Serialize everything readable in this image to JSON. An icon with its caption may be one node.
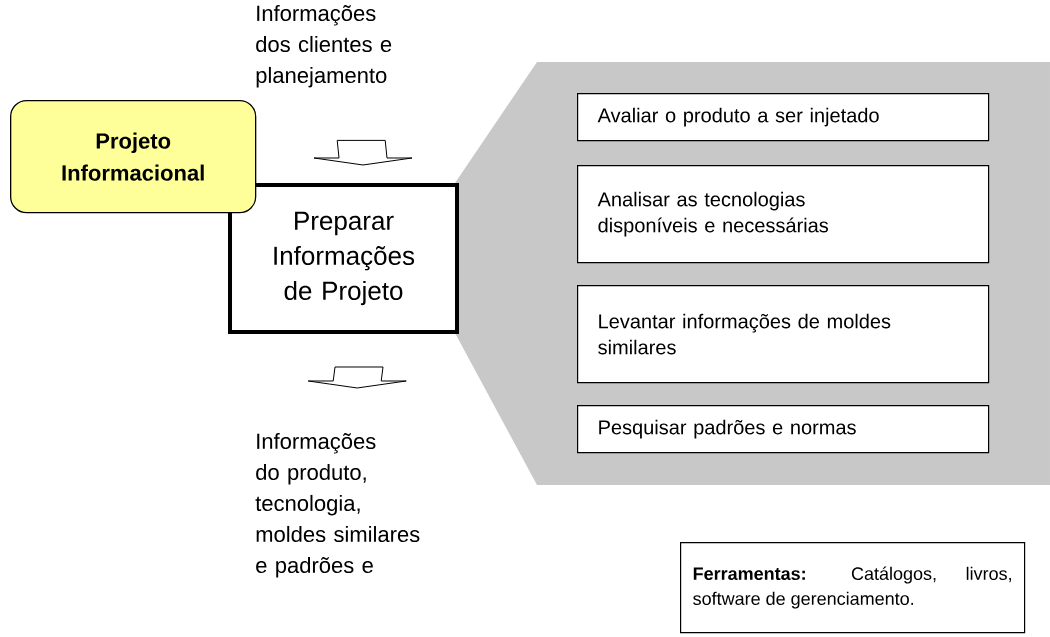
{
  "diagram": {
    "nodes": [
      {
        "text": [
          "Projeto Informacional"
        ]
      },
      {
        "text": [
          "Preparar Informações de Projeto"
        ]
      },
      {
        "text": [],
        "shape": "box"
      },
      {
        "text": [
          "Avaliar o produto a ser injetado"
        ],
        "in": 2
      },
      {
        "text": [
          "Analisar as tecnologias disponíveis e necessárias"
        ],
        "in": 2
      },
      {
        "text": [
          "Levantar informações de moldes similares"
        ],
        "in": 2
      },
      {
        "text": [
          "Pesquisar padrões e normas"
        ],
        "in": 2
      },
      {
        "text": [
          "**Ferramentas:** Catálogos, livros, software de gerenciamento."
        ]
      },
      {
        "text": [
          "Informações dos clientes e planejamento"
        ]
      },
      {
        "text": [
          "Informações do produto, tecnologia, moldes similares e padrões e"
        ]
      }
    ],
    "edges": [
      {
        "from": 8,
        "to": 1,
        "arrow": "to"
      },
      {
        "from": 1,
        "to": 9,
        "arrow": "to"
      }
    ]
  }
}
